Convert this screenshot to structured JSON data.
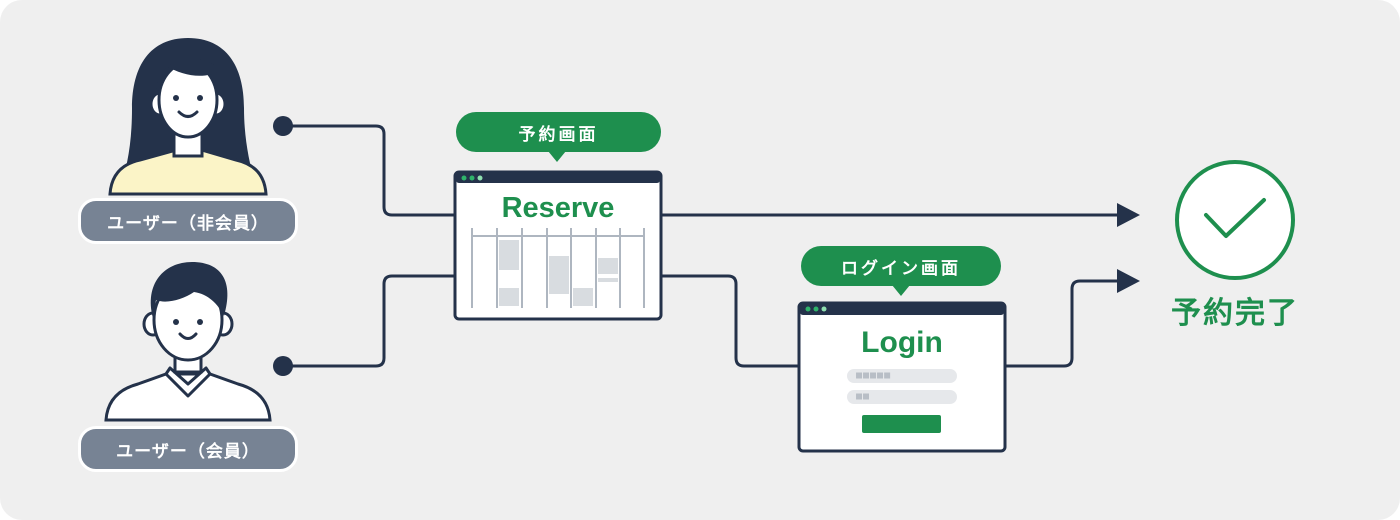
{
  "users": [
    {
      "label": "ユーザー（非会員）"
    },
    {
      "label": "ユーザー（会員）"
    }
  ],
  "screens": {
    "reserve": {
      "bubble": "予約画面",
      "title": "Reserve"
    },
    "login": {
      "bubble": "ログイン画面",
      "title": "Login",
      "field1": "■■■■■",
      "field2": "■■"
    }
  },
  "result": {
    "label": "予約完了"
  },
  "colors": {
    "background": "#efefef",
    "navy": "#24324a",
    "green": "#1e8f4e",
    "label_gray": "#778394",
    "shirt_yellow": "#fbf4c7"
  }
}
